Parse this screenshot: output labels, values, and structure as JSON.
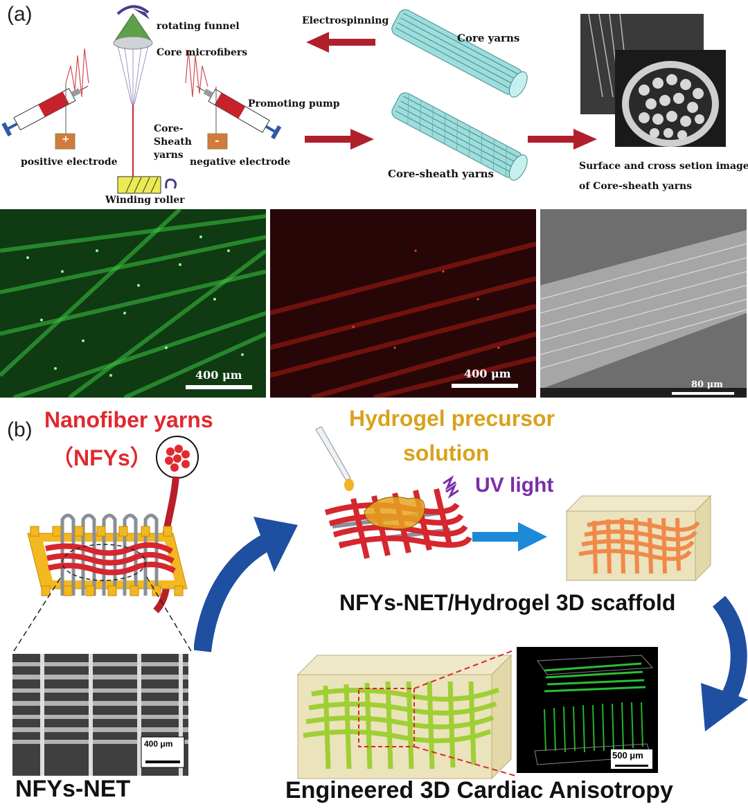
{
  "panel_a": {
    "letter": "(a)",
    "labels": {
      "rotating_funnel": "rotating funnel",
      "core_microfibers": "Core microfibers",
      "electrospinning": "Electrospinning",
      "core_yarns": "Core yarns",
      "promoting_pump": "Promoting pump",
      "core_sheath_1": "Core-",
      "core_sheath_2": "Sheath",
      "core_sheath_3": "yarns",
      "positive_electrode": "positive electrode",
      "negative_electrode": "negative electrode",
      "core_sheath_yarns": "Core-sheath yarns",
      "winding_roller": "Winding roller",
      "surface_1": "Surface and cross setion images",
      "surface_2": "of  Core-sheath yarns",
      "plus": "+",
      "minus": "-"
    },
    "micrographs": {
      "green_scale": "400 μm",
      "red_scale": "400 μm",
      "sem_scale": "80 μm"
    }
  },
  "panel_b": {
    "letter": "(b)",
    "nfy_title_1": "Nanofiber yarns",
    "nfy_title_2": "（NFYs）",
    "hydrogel_1": "Hydrogel precursor",
    "hydrogel_2": "solution",
    "uv": "UV light",
    "scaffold": "NFYs-NET/Hydrogel 3D scaffold",
    "net_label": "NFYs-NET",
    "net_scale": "400 μm",
    "engineered": "Engineered 3D Cardiac Anisotropy",
    "confocal_scale": "500 μm"
  },
  "colors": {
    "red_text": "#e0282f",
    "orange_text": "#d9a21b",
    "purple_text": "#7a2ea8",
    "dark_red_arrow": "#b0202a",
    "blue_arrow": "#1e4fa0"
  }
}
